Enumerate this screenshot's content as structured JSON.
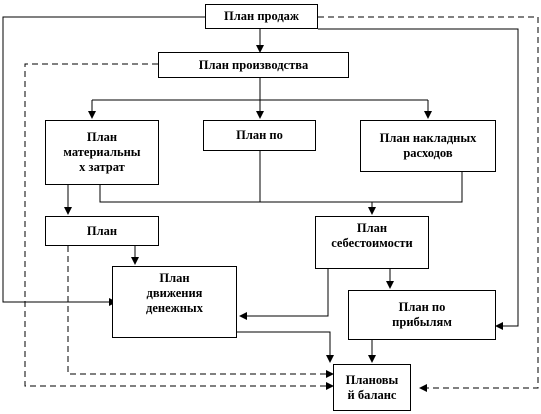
{
  "diagram": {
    "nodes": {
      "sales": "План продаж",
      "production": "План производства",
      "materials": "План\nматериальны\nх затрат",
      "labor": "План по",
      "overhead": "План накладных\nрасходов",
      "plan_small": "План",
      "cost": "План\nсебестоимости",
      "cash": "План\nдвижения\nденежных",
      "profit": "План по\nприбылям",
      "balance": "Плановы\nй баланс"
    },
    "edges": [
      {
        "from": "sales",
        "to": "production",
        "style": "solid"
      },
      {
        "from": "sales",
        "to": "cash",
        "style": "solid"
      },
      {
        "from": "sales",
        "to": "profit",
        "style": "solid"
      },
      {
        "from": "sales",
        "to": "balance",
        "style": "dashed"
      },
      {
        "from": "production",
        "to": "materials",
        "style": "solid"
      },
      {
        "from": "production",
        "to": "labor",
        "style": "solid"
      },
      {
        "from": "production",
        "to": "overhead",
        "style": "solid"
      },
      {
        "from": "production",
        "to": "balance",
        "style": "dashed"
      },
      {
        "from": "materials",
        "to": "plan_small",
        "style": "solid"
      },
      {
        "from": "materials",
        "to": "cost",
        "style": "solid"
      },
      {
        "from": "labor",
        "to": "cost",
        "style": "solid"
      },
      {
        "from": "overhead",
        "to": "cost",
        "style": "solid"
      },
      {
        "from": "plan_small",
        "to": "cash",
        "style": "solid"
      },
      {
        "from": "plan_small",
        "to": "balance",
        "style": "dashed"
      },
      {
        "from": "cost",
        "to": "cash",
        "style": "solid"
      },
      {
        "from": "cost",
        "to": "profit",
        "style": "solid"
      },
      {
        "from": "cash",
        "to": "balance",
        "style": "solid"
      },
      {
        "from": "profit",
        "to": "balance",
        "style": "solid"
      }
    ]
  }
}
